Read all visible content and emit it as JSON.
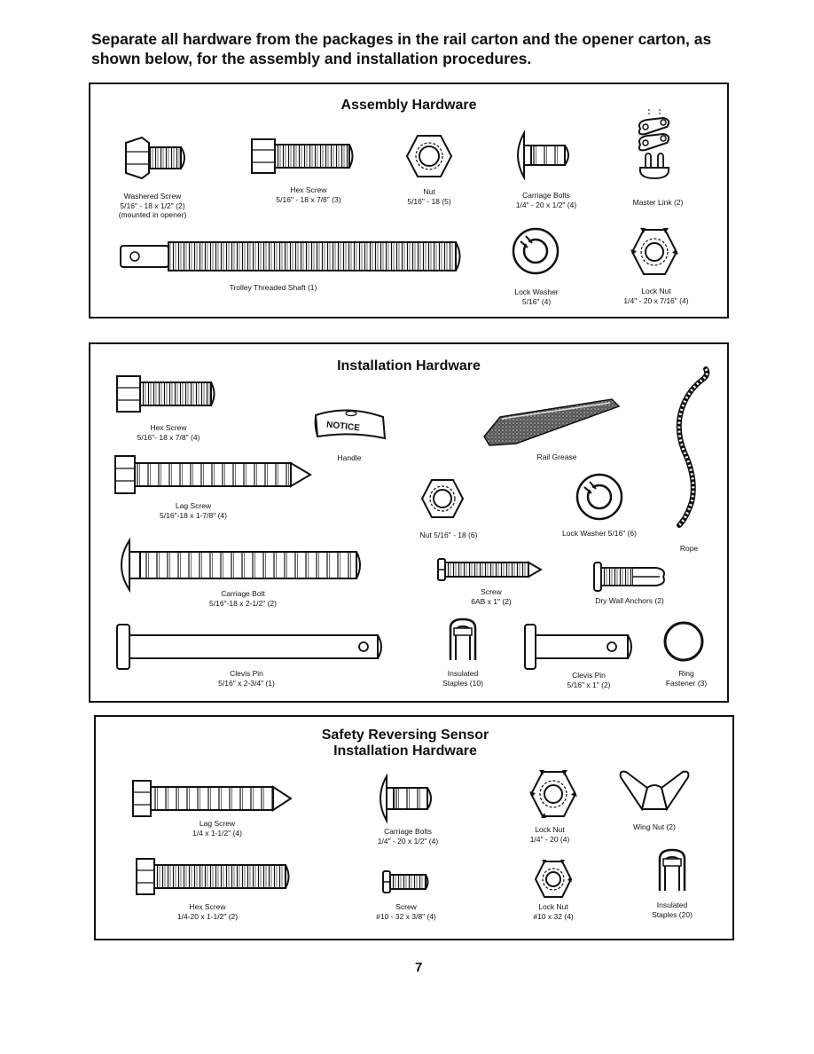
{
  "intro": "Separate all hardware from the packages in the rail carton and the opener carton, as shown below, for the assembly and installation procedures.",
  "page_number": "7",
  "assembly": {
    "title": "Assembly Hardware",
    "items": [
      {
        "name": "Washered Screw",
        "size": "5/16\" - 18 x 1/2\" (2)",
        "note": "(mounted in opener)"
      },
      {
        "name": "Hex Screw",
        "size": "5/16\" - 18 x 7/8\" (3)"
      },
      {
        "name": "Nut",
        "size": "5/16\" - 18 (5)"
      },
      {
        "name": "Carriage Bolts",
        "size": "1/4\" - 20 x 1/2\" (4)"
      },
      {
        "name": "Master Link (2)"
      },
      {
        "name": "Trolley Threaded Shaft (1)"
      },
      {
        "name": "Lock Washer",
        "size": "5/16\" (4)"
      },
      {
        "name": "Lock Nut",
        "size": "1/4\" - 20 x 7/16\" (4)"
      }
    ]
  },
  "installation": {
    "title": "Installation Hardware",
    "notice_label": "NOTICE",
    "items": [
      {
        "name": "Hex Screw",
        "size": "5/16\"- 18 x 7/8\" (4)"
      },
      {
        "name": "Handle"
      },
      {
        "name": "Rail Grease"
      },
      {
        "name": "Rope"
      },
      {
        "name": "Lag Screw",
        "size": "5/16\"-18 x 1-7/8\" (4)"
      },
      {
        "name": "Nut 5/16\" - 18 (6)"
      },
      {
        "name": "Lock Washer 5/16\" (6)"
      },
      {
        "name": "Carriage Bolt",
        "size": "5/16\"-18 x 2-1/2\" (2)"
      },
      {
        "name": "Screw",
        "size": "6AB x 1\" (2)"
      },
      {
        "name": "Dry Wall Anchors (2)"
      },
      {
        "name": "Clevis Pin",
        "size": "5/16\" x 2-3/4\" (1)"
      },
      {
        "name": "Insulated",
        "size": "Staples (10)"
      },
      {
        "name": "Clevis Pin",
        "size": "5/16\" x 1\" (2)"
      },
      {
        "name": "Ring",
        "size": "Fastener (3)"
      }
    ]
  },
  "sensor": {
    "title_line1": "Safety Reversing Sensor",
    "title_line2": "Installation Hardware",
    "items": [
      {
        "name": "Lag Screw",
        "size": "1/4 x 1-1/2\" (4)"
      },
      {
        "name": "Carriage Bolts",
        "size": "1/4\" - 20 x 1/2\" (4)"
      },
      {
        "name": "Lock Nut",
        "size": "1/4\" - 20 (4)"
      },
      {
        "name": "Wing Nut (2)"
      },
      {
        "name": "Hex Screw",
        "size": "1/4-20 x 1-1/2\" (2)"
      },
      {
        "name": "Screw",
        "size": "#10 - 32 x 3/8\" (4)"
      },
      {
        "name": "Lock Nut",
        "size": "#10 x 32 (4)"
      },
      {
        "name": "Insulated",
        "size": "Staples (20)"
      }
    ]
  }
}
